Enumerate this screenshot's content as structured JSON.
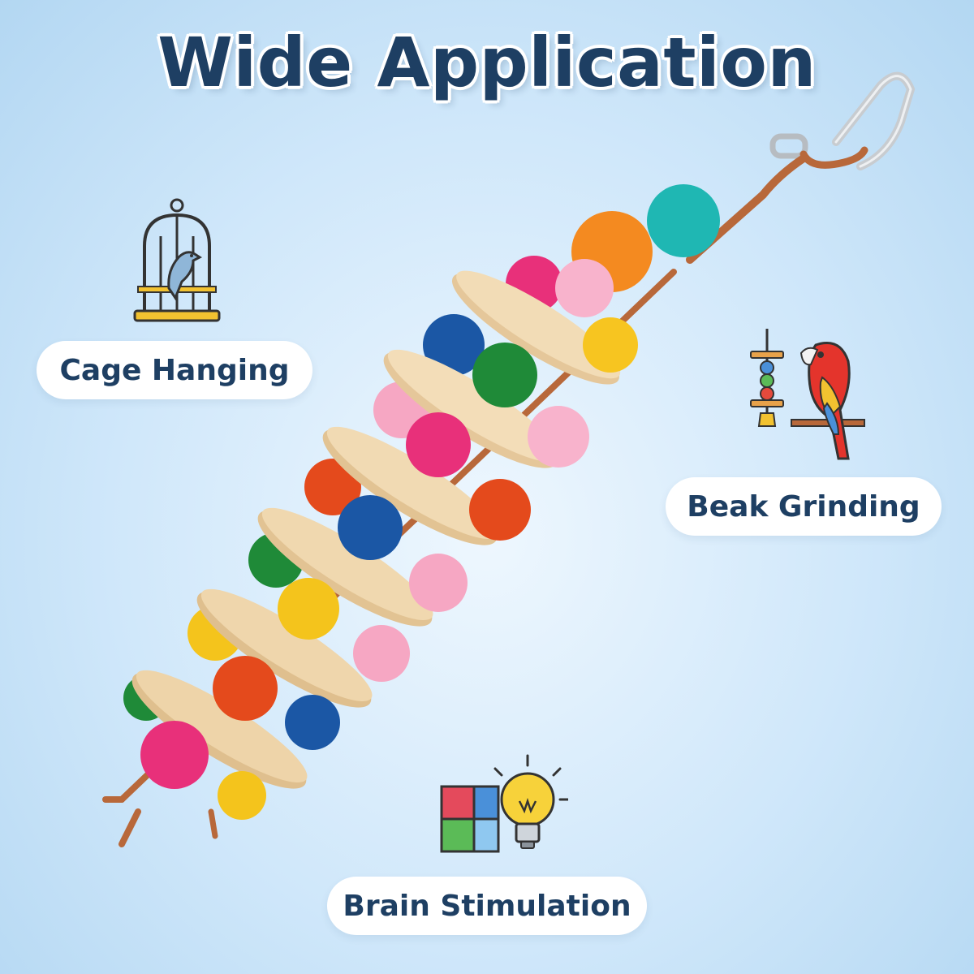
{
  "title": "Wide Application",
  "features": [
    {
      "label": "Cage Hanging",
      "icon": "birdcage-icon"
    },
    {
      "label": "Beak Grinding",
      "icon": "parrot-icon"
    },
    {
      "label": "Brain Stimulation",
      "icon": "puzzle-lightbulb-icon"
    }
  ],
  "colors": {
    "title": "#1e3f63",
    "background": "#cfe7fa",
    "pill": "#ffffff"
  }
}
